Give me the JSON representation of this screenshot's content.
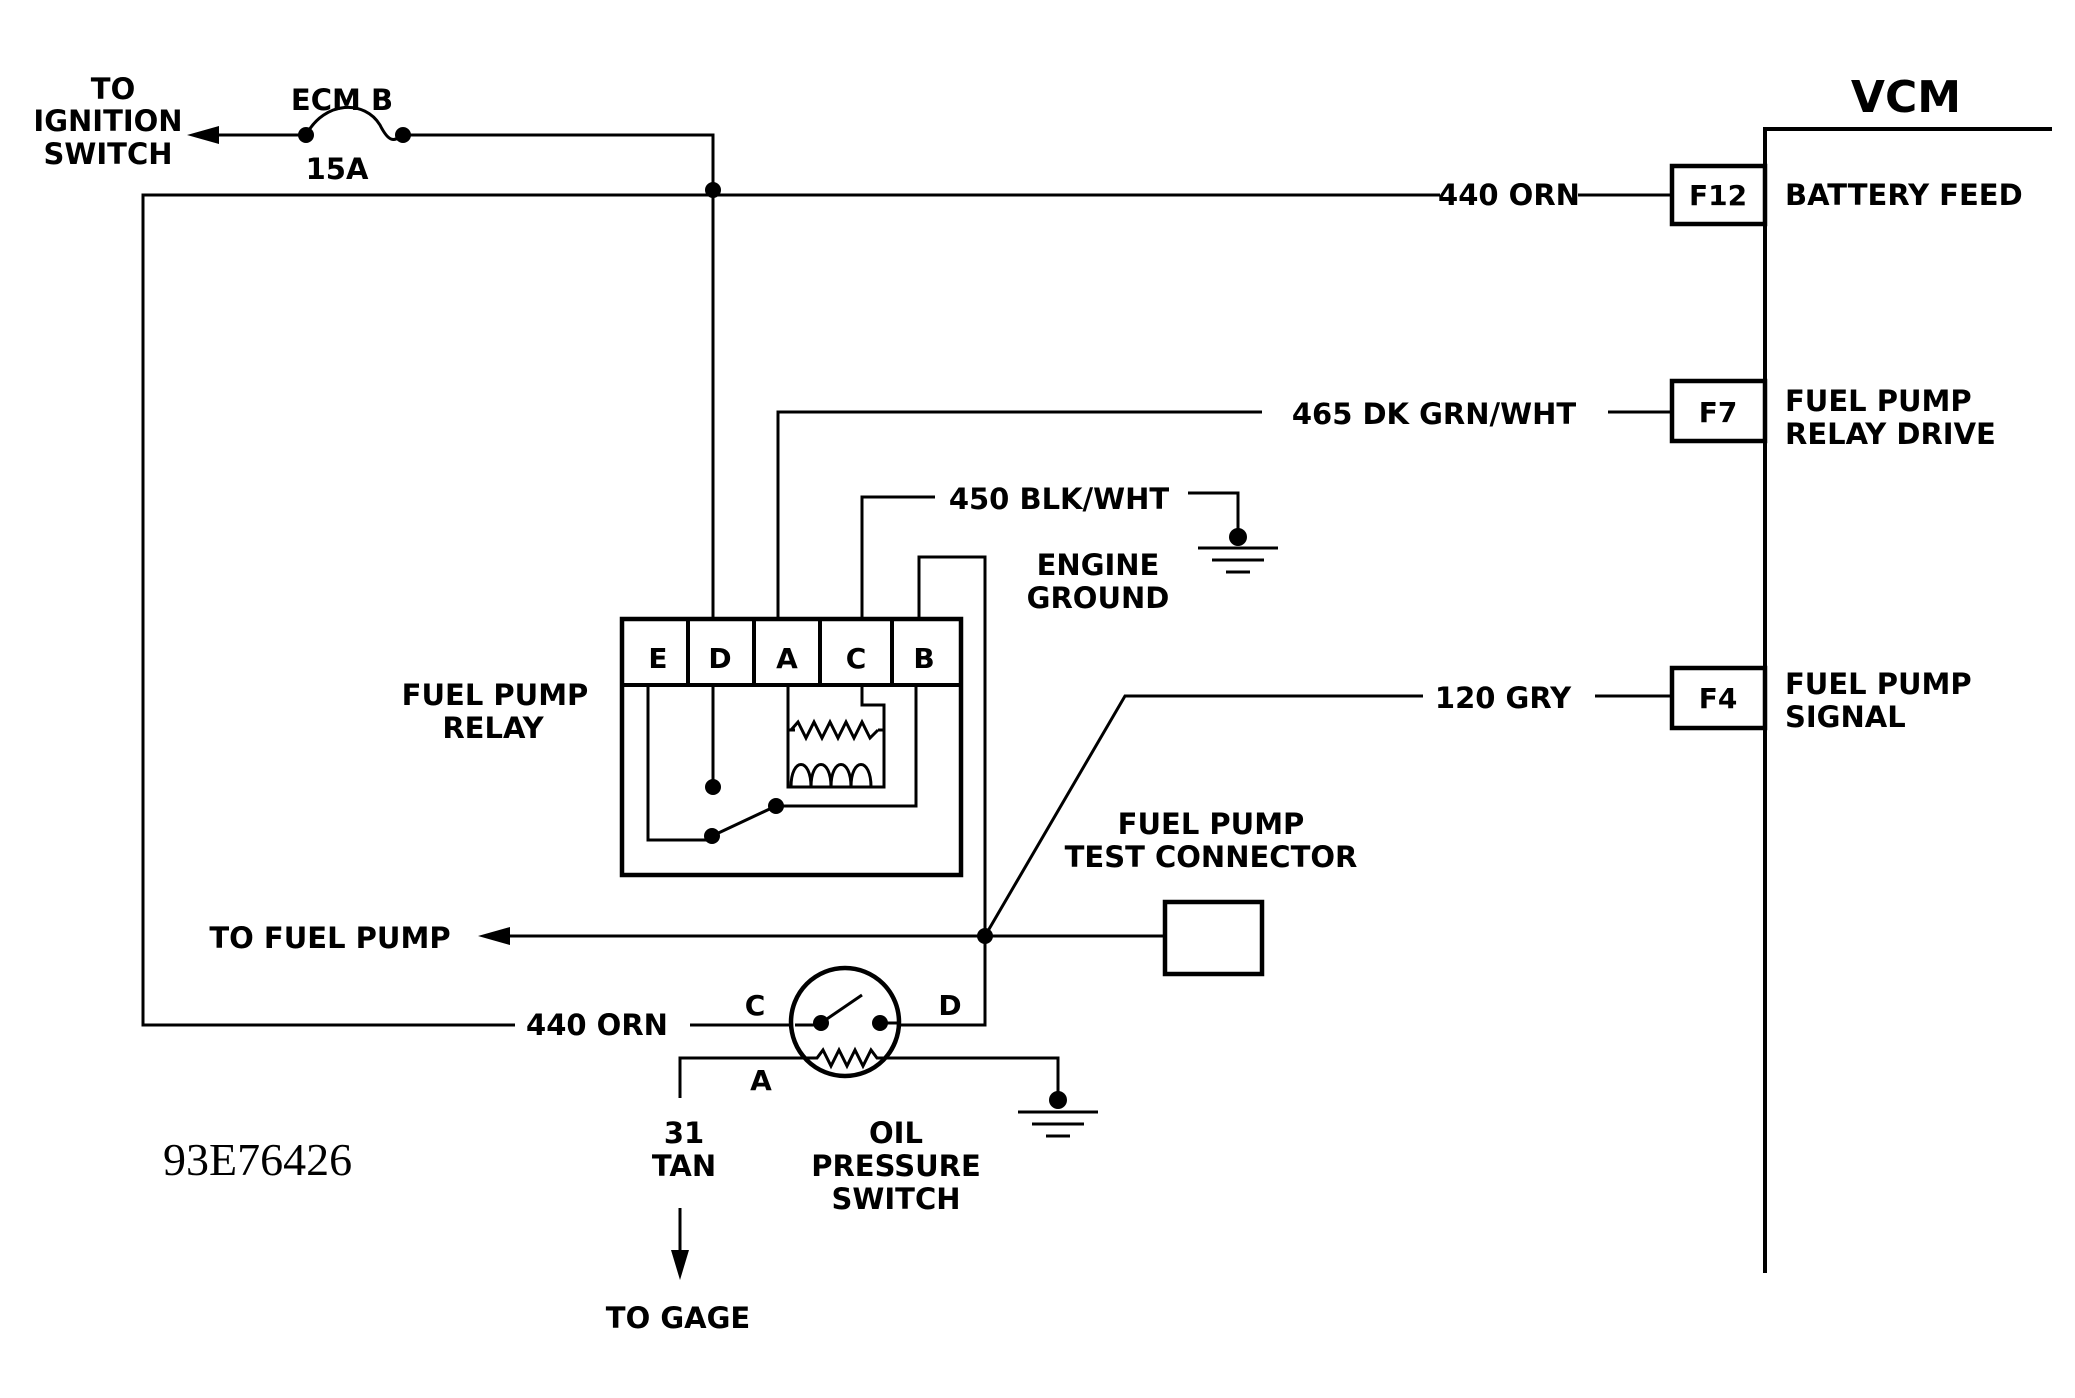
{
  "module": {
    "title": "VCM"
  },
  "figure_id": "93E76426",
  "pins": {
    "f12": {
      "id": "F12",
      "function": "BATTERY FEED"
    },
    "f7": {
      "id": "F7",
      "function_line1": "FUEL PUMP",
      "function_line2": "RELAY DRIVE"
    },
    "f4": {
      "id": "F4",
      "function_line1": "FUEL PUMP",
      "function_line2": "SIGNAL"
    }
  },
  "wires": {
    "orn_top": "440 ORN",
    "dk_grn_wht": "465 DK GRN/WHT",
    "blk_wht": "450 BLK/WHT",
    "gry": "120 GRY",
    "orn_bottom": "440 ORN",
    "tan_line1": "31",
    "tan_line2": "TAN"
  },
  "fuse": {
    "name": "ECM B",
    "rating": "15A"
  },
  "labels": {
    "to_ignition_line1": "TO",
    "to_ignition_line2": "IGNITION",
    "to_ignition_line3": "SWITCH",
    "engine_ground_line1": "ENGINE",
    "engine_ground_line2": "GROUND",
    "relay_line1": "FUEL PUMP",
    "relay_line2": "RELAY",
    "test_connector_line1": "FUEL PUMP",
    "test_connector_line2": "TEST CONNECTOR",
    "to_fuel_pump": "TO FUEL PUMP",
    "oil_switch_line1": "OIL",
    "oil_switch_line2": "PRESSURE",
    "oil_switch_line3": "SWITCH",
    "to_gage": "TO GAGE"
  },
  "relay_terminals": [
    "E",
    "D",
    "A",
    "C",
    "B"
  ],
  "oil_switch_terminals": {
    "c": "C",
    "d": "D",
    "a": "A"
  }
}
